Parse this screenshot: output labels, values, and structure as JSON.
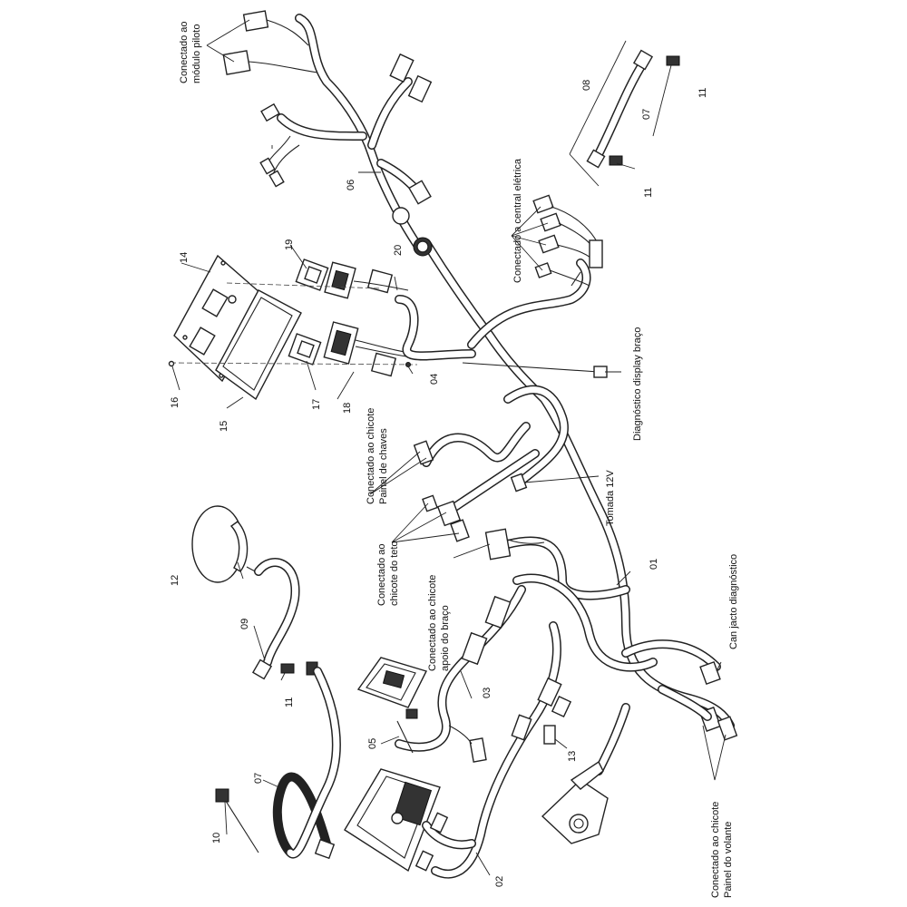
{
  "part_numbers": {
    "p01": "01",
    "p02": "02",
    "p03": "03",
    "p04": "04",
    "p05": "05",
    "p06": "06",
    "p07a": "07",
    "p07b": "07",
    "p08": "08",
    "p09": "09",
    "p10": "10",
    "p11a": "11",
    "p11b": "11",
    "p11c": "11",
    "p12": "12",
    "p13": "13",
    "p14": "14",
    "p15": "15",
    "p16": "16",
    "p17": "17",
    "p18": "18",
    "p19": "19",
    "p20": "20"
  },
  "callouts": {
    "modulo_piloto_l1": "Conectado ao",
    "modulo_piloto_l2": "módulo piloto",
    "central_eletrica": "Conectado a central elétrica",
    "diagnostico_display": "Diagnóstico display braço",
    "tomada": "Tomada 12V",
    "painel_chaves_l1": "Conectado ao chicote",
    "painel_chaves_l2": "Painel de chaves",
    "chicote_teto_l1": "Conectado ao",
    "chicote_teto_l2": "chicote do teto",
    "apoio_braco_l1": "Conectado ao chicote",
    "apoio_braco_l2": "apoio do braço",
    "can_jacto": "Can jacto diagnóstico",
    "painel_volante_l1": "Conectado ao chicote",
    "painel_volante_l2": "Painel do volante"
  }
}
